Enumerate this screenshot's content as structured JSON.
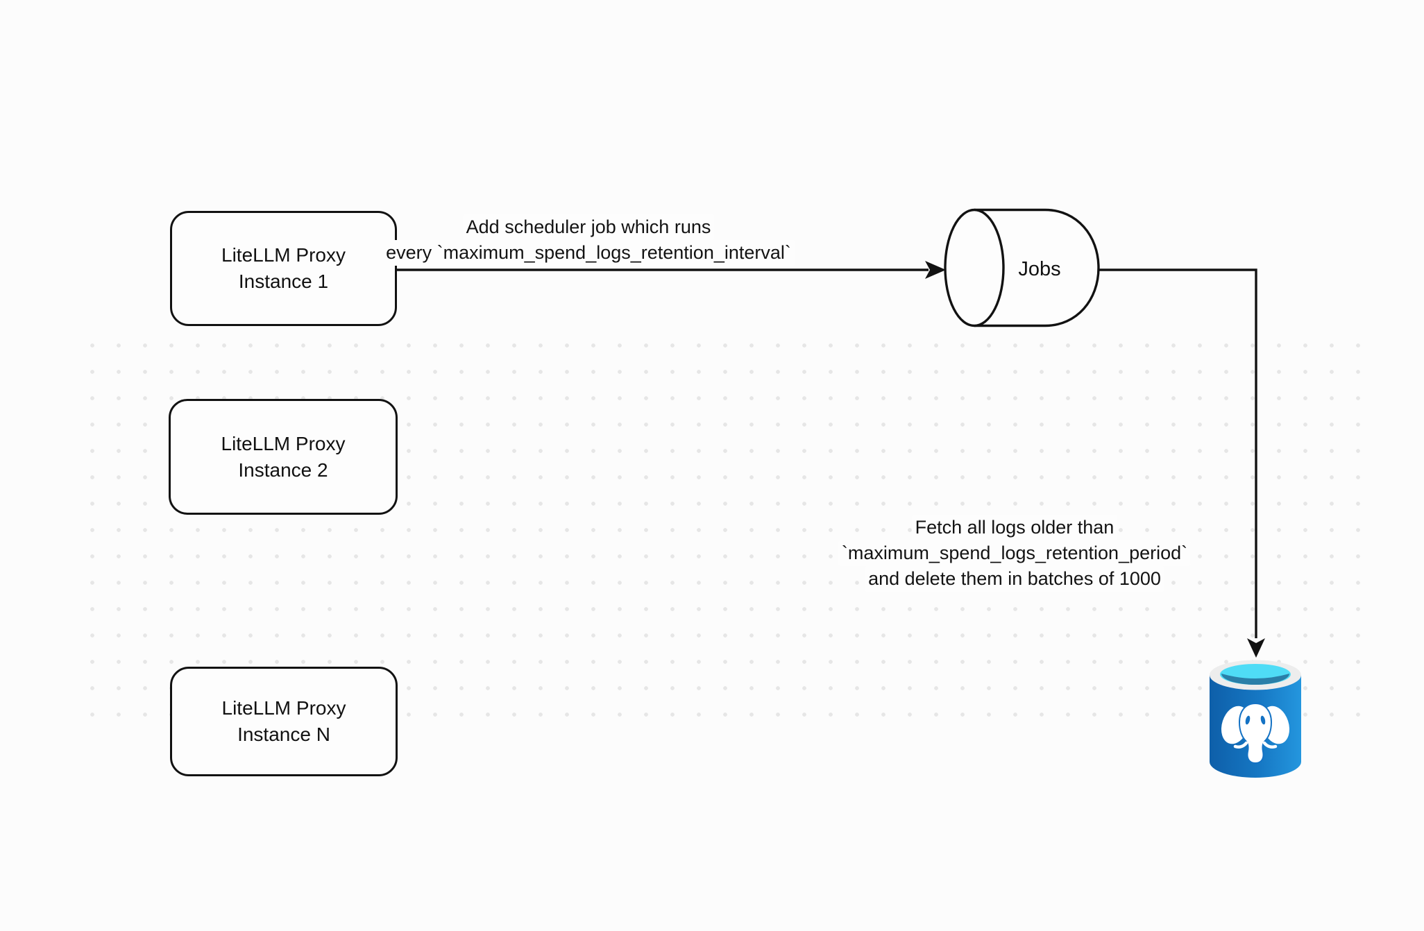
{
  "diagram": {
    "nodes": {
      "instance1": {
        "line1": "LiteLLM Proxy",
        "line2": "Instance 1"
      },
      "instance2": {
        "line1": "LiteLLM Proxy",
        "line2": "Instance 2"
      },
      "instance_n": {
        "line1": "LiteLLM Proxy",
        "line2": "Instance N"
      },
      "jobs": {
        "label": "Jobs"
      },
      "postgres": {
        "icon": "postgresql-database-icon"
      }
    },
    "edges": {
      "add_scheduler": {
        "line1": "Add scheduler job which runs",
        "line2": "every `maximum_spend_logs_retention_interval`"
      },
      "fetch_logs": {
        "line1": "Fetch all logs older than",
        "line2": "`maximum_spend_logs_retention_period`",
        "line3": "and delete them in batches of 1000"
      }
    },
    "colors": {
      "canvas_bg": "#fcfcfc",
      "dot": "#e6e6e6",
      "stroke": "#121212",
      "node_fill": "#fdfdfd",
      "postgres_blue_dark": "#0e5fa9",
      "postgres_blue_mid": "#1678c4",
      "postgres_blue_light": "#2496de",
      "postgres_rim": "#ededed",
      "postgres_cyan": "#4fdcf6",
      "postgres_inner_teal": "#2a7fa8",
      "postgres_detail_blue": "#1472c4"
    }
  }
}
